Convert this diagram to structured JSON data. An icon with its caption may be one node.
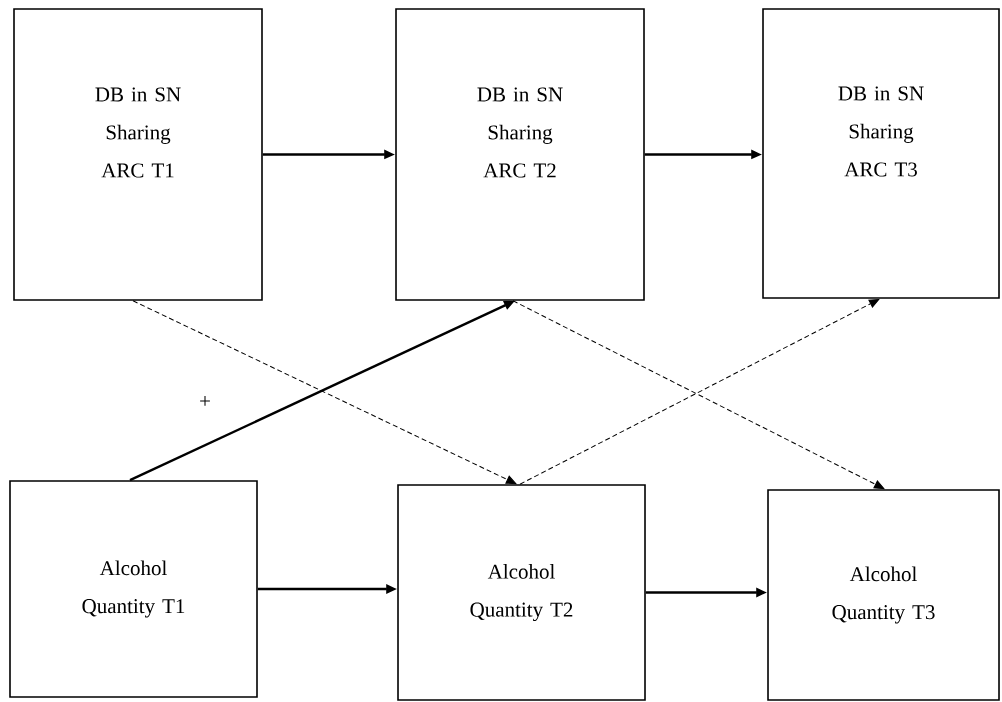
{
  "diagram": {
    "nodes": [
      {
        "text": [
          "DB in SN Sharing ARC T1"
        ]
      },
      {
        "text": [
          "DB in SN Sharing ARC T2"
        ]
      },
      {
        "text": [
          "DB in SN Sharing ARC T3"
        ]
      },
      {
        "text": [
          "Alcohol Quantity T1"
        ]
      },
      {
        "text": [
          "Alcohol Quantity T2"
        ]
      },
      {
        "text": [
          "Alcohol Quantity T3"
        ]
      }
    ],
    "edges": [
      {
        "from": 0,
        "to": 1,
        "arrow": "to"
      },
      {
        "from": 1,
        "to": 2,
        "arrow": "to"
      },
      {
        "from": 3,
        "to": 4,
        "arrow": "to"
      },
      {
        "from": 4,
        "to": 5,
        "arrow": "to"
      },
      {
        "from": 3,
        "to": 1,
        "arrow": "to"
      },
      {
        "from": 0,
        "to": 4,
        "arrow": "to",
        "style": "dashed"
      },
      {
        "from": 1,
        "to": 5,
        "arrow": "to",
        "style": "dashed"
      },
      {
        "from": 4,
        "to": 2,
        "arrow": "to",
        "style": "dashed"
      }
    ],
    "labels": [
      "+"
    ]
  }
}
